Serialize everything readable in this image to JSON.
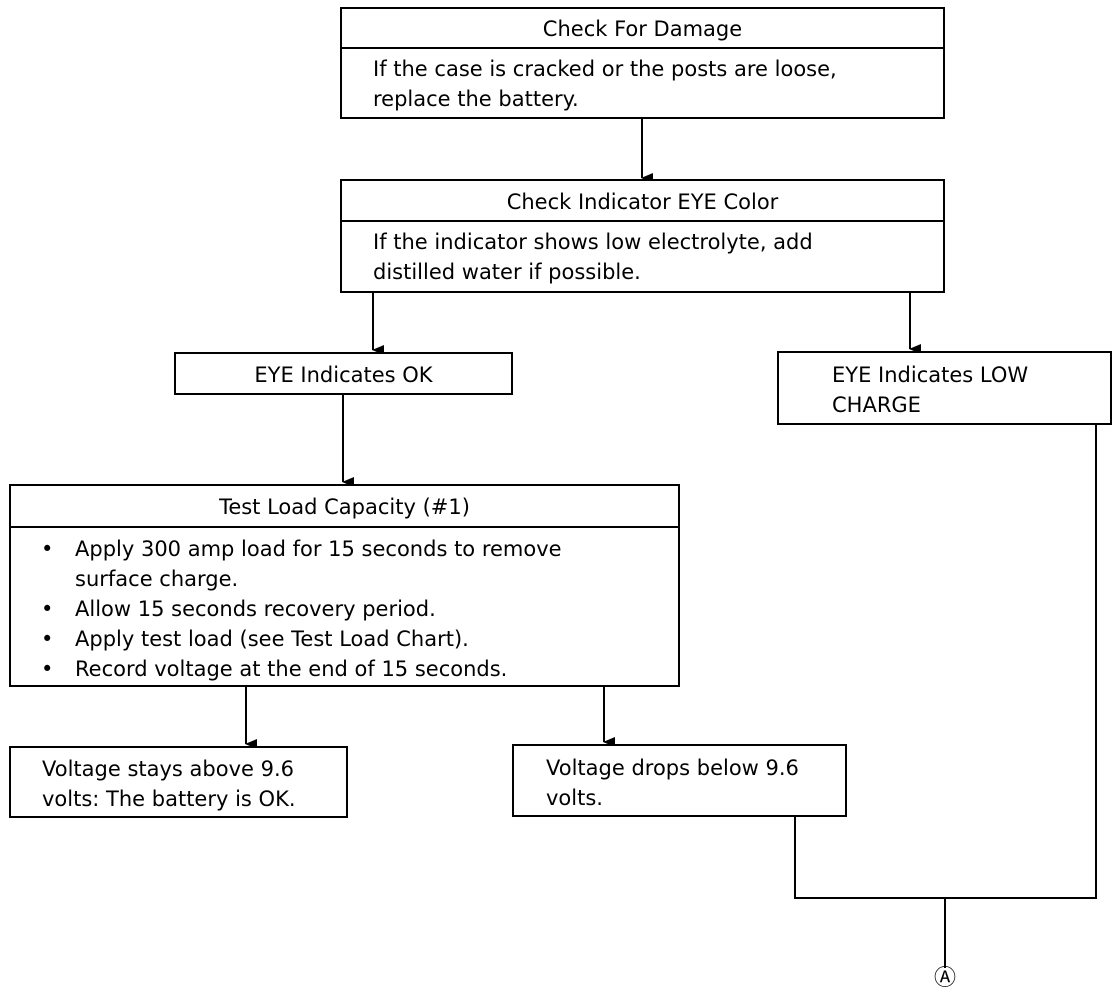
{
  "boxes": {
    "damage": {
      "title": "Check For Damage",
      "text": "If the case is cracked or the posts are loose, replace the battery."
    },
    "indicator": {
      "title": "Check Indicator EYE Color",
      "text": "If the indicator shows low electrolyte, add distilled water if possible."
    },
    "eye_ok": {
      "text": "EYE Indicates OK"
    },
    "eye_low": {
      "text": "EYE Indicates LOW CHARGE"
    },
    "load_test": {
      "title": "Test Load Capacity (#1)",
      "bullets": [
        "Apply 300 amp load for 15 seconds to remove surface charge.",
        "Allow 15 seconds recovery period.",
        "Apply test load (see Test Load Chart).",
        "Record voltage at the end of 15 seconds."
      ]
    },
    "volt_above": {
      "text": "Voltage stays above 9.6 volts: The battery is OK."
    },
    "volt_below": {
      "text": "Voltage drops below 9.6 volts."
    }
  },
  "connector": {
    "label": "Ⓐ"
  }
}
